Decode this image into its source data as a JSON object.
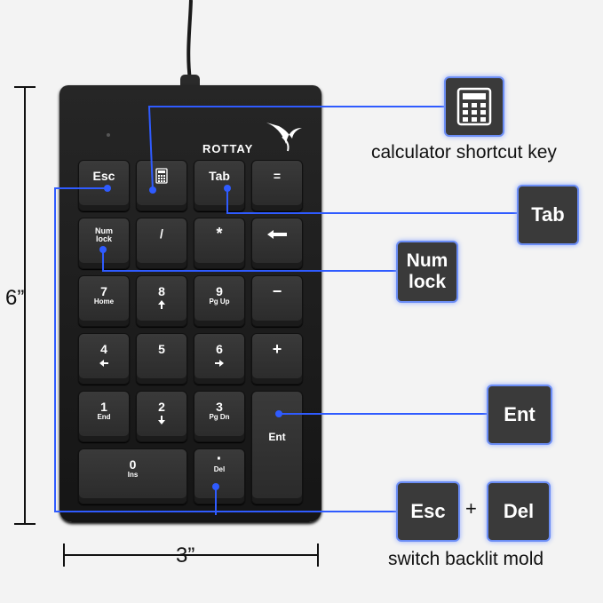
{
  "dimensions": {
    "height": "6”",
    "width": "3”"
  },
  "brand": "ROTTAY",
  "keys": {
    "esc": "Esc",
    "tab": "Tab",
    "equals": "=",
    "num_main": "Num",
    "num_sub": "lock",
    "slash": "/",
    "star": "*",
    "minus": "−",
    "plus": "+",
    "k7": "7",
    "k7_sub": "Home",
    "k8": "8",
    "k9": "9",
    "k9_sub": "Pg Up",
    "k4": "4",
    "k5": "5",
    "k6": "6",
    "k1": "1",
    "k1_sub": "End",
    "k2": "2",
    "k3": "3",
    "k3_sub": "Pg Dn",
    "k0": "0",
    "k0_sub": "Ins",
    "dot": "·",
    "dot_sub": "Del",
    "enter": "Ent"
  },
  "callouts": {
    "calculator_caption": "calculator shortcut key",
    "tab": "Tab",
    "num_line1": "Num",
    "num_line2": "lock",
    "enter": "Ent",
    "esc": "Esc",
    "plus": "+",
    "del": "Del",
    "backlight_caption": "switch backlit mold"
  },
  "icons": [
    "calculator-icon",
    "bird-logo-icon",
    "arrow-up-icon",
    "arrow-down-icon",
    "arrow-left-icon",
    "arrow-right-icon",
    "backspace-arrow-icon"
  ],
  "colors": {
    "accent_line": "#2f5bff",
    "callout_glow": "#8fa9ff",
    "keyboard_body": "#1f1f1f",
    "background": "#f3f3f3"
  }
}
